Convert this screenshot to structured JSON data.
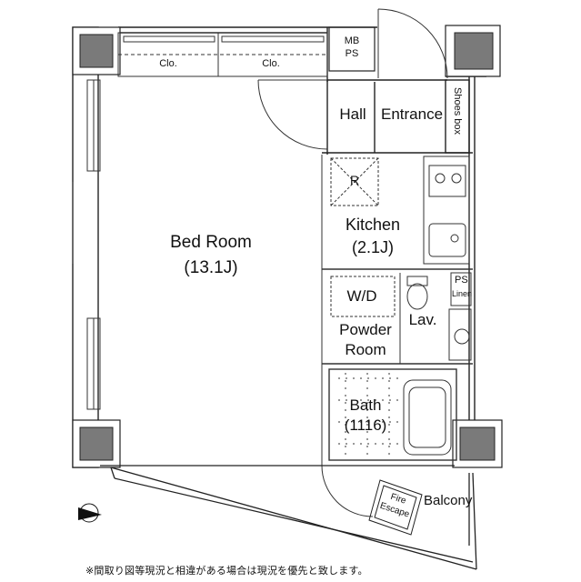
{
  "rooms": {
    "bed_room": {
      "name": "Bed Room",
      "size": "(13.1J)"
    },
    "kitchen": {
      "name": "Kitchen",
      "size": "(2.1J)",
      "hood": "R"
    },
    "hall": "Hall",
    "entrance": "Entrance",
    "shoes_box": "Shoes box",
    "powder_room": {
      "line1": "Powder",
      "line2": "Room"
    },
    "washer": "W/D",
    "lav": "Lav.",
    "bath": {
      "name": "Bath",
      "size": "(1116)"
    },
    "balcony": "Balcony",
    "fire_escape": {
      "line1": "Fire",
      "line2": "Escape"
    }
  },
  "closets": [
    "Clo.",
    "Clo."
  ],
  "mbps": {
    "line1": "MB",
    "line2": "PS"
  },
  "ps": "PS",
  "linen": "Linen",
  "note": "※間取り図等現況と相違がある場合は現況を優先と致します。",
  "colors": {
    "wall": "#1a1a1a",
    "column": "#7a7a7a",
    "line": "#333333"
  }
}
